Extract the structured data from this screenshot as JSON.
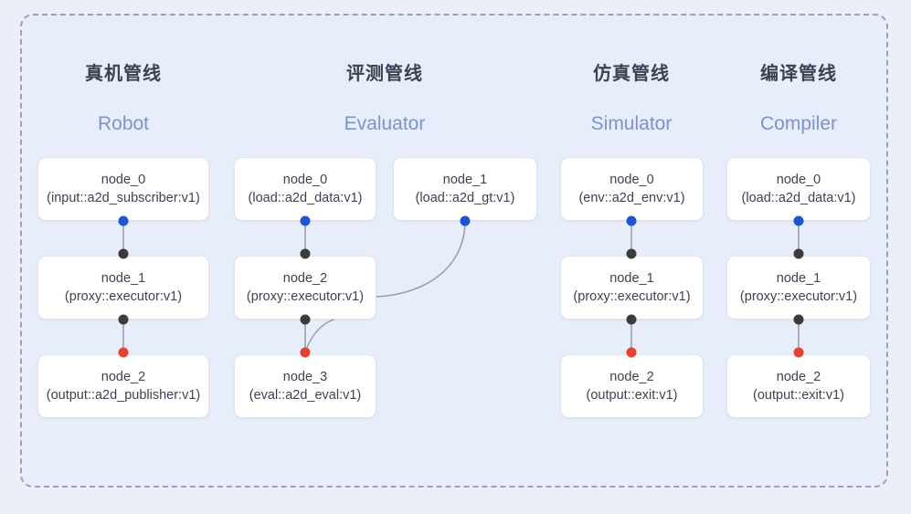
{
  "diagram": {
    "background_color": "#eceff7",
    "panel_color": "#e7edfa",
    "panel_border_color": "#9aa2b4",
    "node_fill": "#ffffff",
    "node_border": "#dfe3ec",
    "title_color": "#3b4150",
    "subtitle_color": "#7d93d0",
    "edge_color": "#9aa0ad",
    "port_colors": {
      "output_blue": "#1a56d6",
      "output_dark": "#3c3c3c",
      "input_dark": "#3c3c3c",
      "input_red": "#e8412c"
    }
  },
  "columns": [
    {
      "id": "robot",
      "title": "真机管线",
      "subtitle": "Robot",
      "nodes": [
        {
          "name": "node_0",
          "type": "(input::a2d_subscriber:v1)"
        },
        {
          "name": "node_1",
          "type": "(proxy::executor:v1)"
        },
        {
          "name": "node_2",
          "type": "(output::a2d_publisher:v1)"
        }
      ]
    },
    {
      "id": "evaluator",
      "title": "评测管线",
      "subtitle": "Evaluator",
      "nodes": [
        {
          "name": "node_0",
          "type": "(load::a2d_data:v1)"
        },
        {
          "name": "node_2",
          "type": "(proxy::executor:v1)"
        },
        {
          "name": "node_3",
          "type": "(eval::a2d_eval:v1)"
        },
        {
          "name": "node_1",
          "type": "(load::a2d_gt:v1)"
        }
      ]
    },
    {
      "id": "simulator",
      "title": "仿真管线",
      "subtitle": "Simulator",
      "nodes": [
        {
          "name": "node_0",
          "type": "(env::a2d_env:v1)"
        },
        {
          "name": "node_1",
          "type": "(proxy::executor:v1)"
        },
        {
          "name": "node_2",
          "type": "(output::exit:v1)"
        }
      ]
    },
    {
      "id": "compiler",
      "title": "编译管线",
      "subtitle": "Compiler",
      "nodes": [
        {
          "name": "node_0",
          "type": "(load::a2d_data:v1)"
        },
        {
          "name": "node_1",
          "type": "(proxy::executor:v1)"
        },
        {
          "name": "node_2",
          "type": "(output::exit:v1)"
        }
      ]
    }
  ]
}
